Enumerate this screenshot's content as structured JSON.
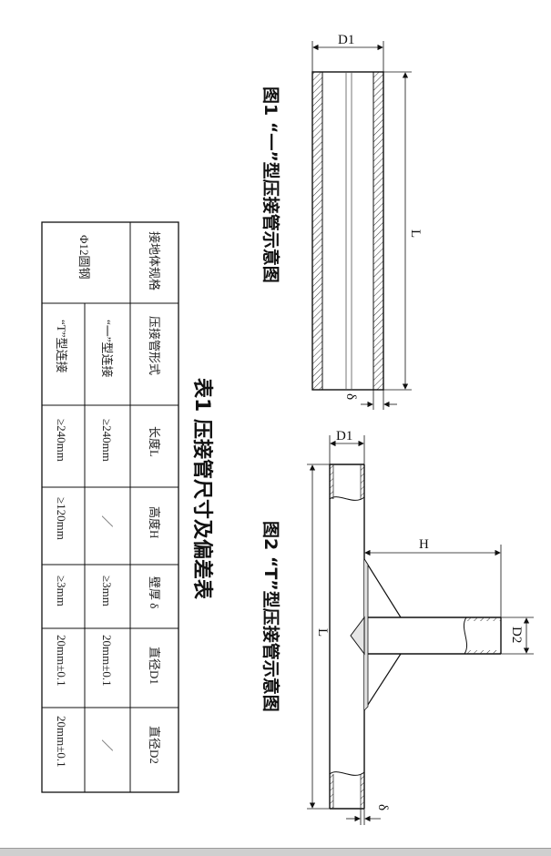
{
  "figure1": {
    "caption": "图1 “一”型压接管示意图",
    "label_d1": "D1",
    "label_l": "L",
    "label_delta": "δ"
  },
  "figure2": {
    "caption": "图2 “T”型压接管示意图",
    "label_d1": "D1",
    "label_h": "H",
    "label_d2": "D2",
    "label_l": "L",
    "label_delta": "δ"
  },
  "table": {
    "caption": "表1 压接管尺寸及偏差表",
    "headers": [
      "接地体规格",
      "压接管形式",
      "长度L",
      "高度H",
      "壁厚 δ",
      "直径D1",
      "直径D2"
    ],
    "spec": "Φ12圆钢",
    "rows": [
      [
        "“一”型连接",
        "≥240mm",
        "／",
        "≥3mm",
        "20mm±0.1",
        "／"
      ],
      [
        "“T”型连接",
        "≥240mm",
        "≥120mm",
        "≥3mm",
        "20mm±0.1",
        "20mm±0.1"
      ]
    ]
  }
}
